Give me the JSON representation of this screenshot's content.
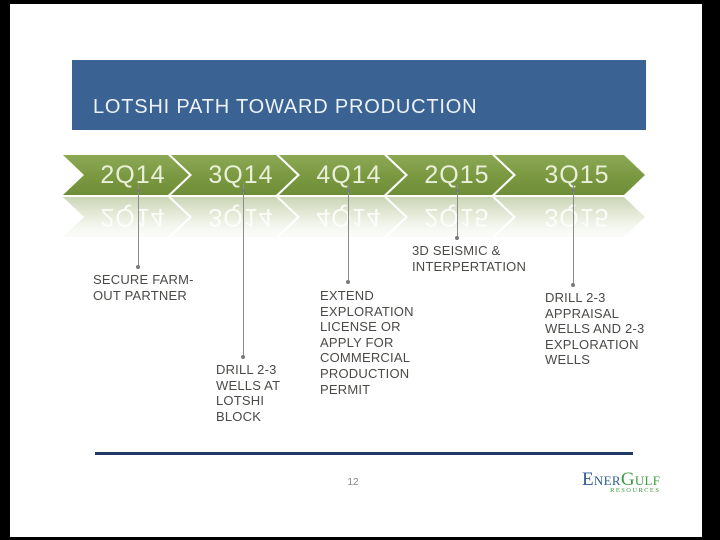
{
  "slide": {
    "title": "LOTSHI PATH TOWARD PRODUCTION",
    "page_number": "12"
  },
  "timeline": {
    "milestones": [
      {
        "quarter": "2Q14",
        "description": "SECURE FARM-\nOUT PARTNER"
      },
      {
        "quarter": "3Q14",
        "description": "DRILL 2-3\nWELLS AT\nLOTSHI\nBLOCK"
      },
      {
        "quarter": "4Q14",
        "description": "EXTEND\nEXPLORATION\nLICENSE OR\nAPPLY FOR\nCOMMERCIAL\nPRODUCTION\nPERMIT"
      },
      {
        "quarter": "2Q15",
        "description": "3D SEISMIC &\nINTERPERTATION"
      },
      {
        "quarter": "3Q15",
        "description": "DRILL 2-3\nAPPRAISAL\nWELLS AND 2-3\nEXPLORATION\nWELLS"
      }
    ]
  },
  "logo": {
    "name_part1": "Ener",
    "name_part2": "Gulf",
    "tagline": "RESOURCES"
  },
  "colors": {
    "title_bar": "#3A6292",
    "title_text": "#EDF2F7",
    "chevron_green": "#7A9840",
    "chevron_label": "#E9EFDA",
    "divider_navy": "#1F3864",
    "body_text": "#4C4A47",
    "logo_blue": "#2F5C95",
    "logo_green": "#3D9B40"
  }
}
